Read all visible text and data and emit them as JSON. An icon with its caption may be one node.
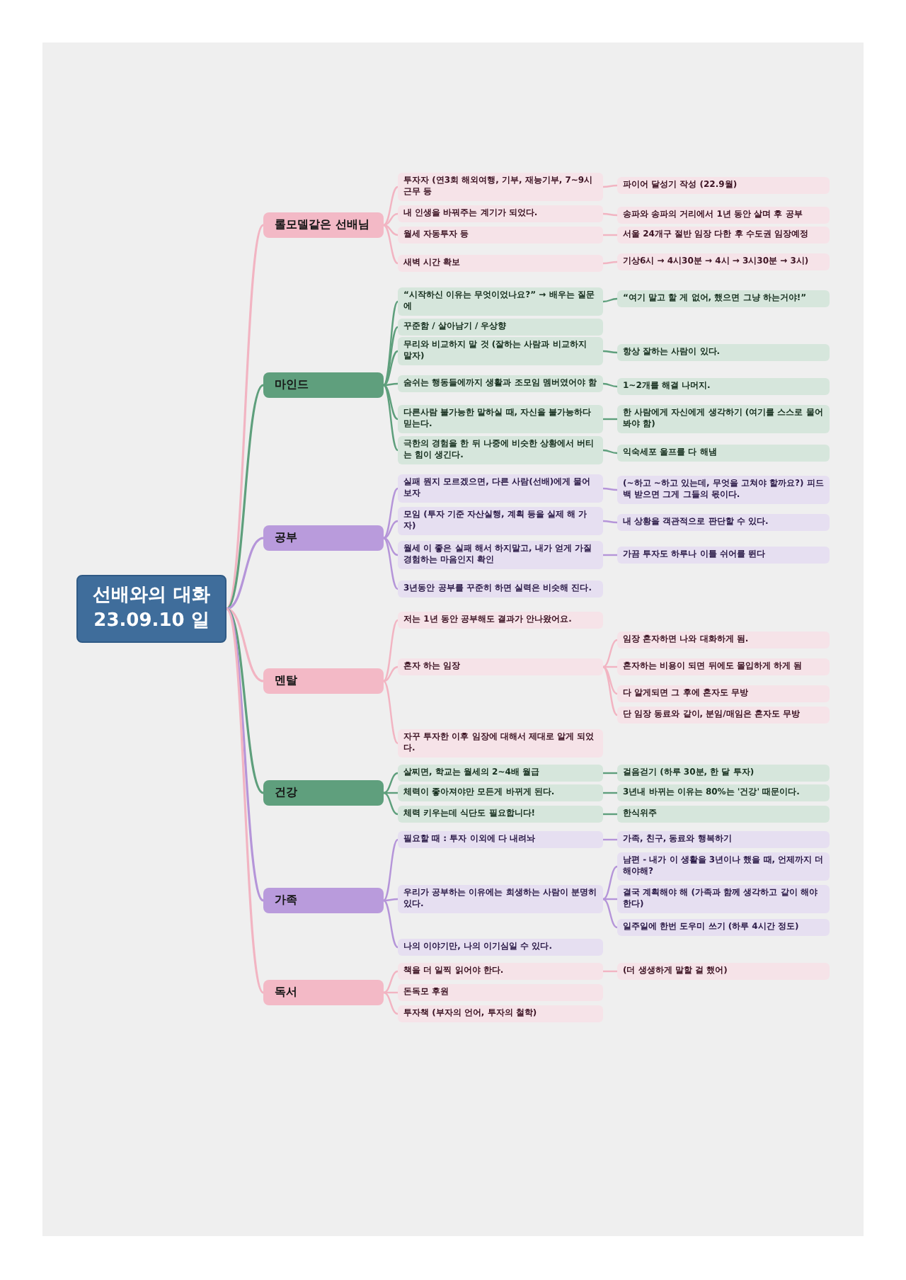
{
  "diagram": {
    "nodes": [
      {
        "text": [
          "선배와의 대화 23.09.10 일"
        ]
      },
      {
        "text": [
          "롤모델같은 선배님"
        ]
      },
      {
        "text": [
          "투자자 (연3회 해외여행, 기부, 재능기부, 7~9시 근무 등"
        ]
      },
      {
        "text": [
          "파이어 달성기 작성 (22.9월)"
        ]
      },
      {
        "text": [
          "내 인생을 바꿔주는 계기가 되었다."
        ]
      },
      {
        "text": [
          "송파와 송파의 거리에서 1년 동안 살며 후 공부"
        ]
      },
      {
        "text": [
          "월세 자동투자 등"
        ]
      },
      {
        "text": [
          "서울 24개구 절반 임장 다한 후 수도권 임장예정"
        ]
      },
      {
        "text": [
          "새벽 시간 확보"
        ]
      },
      {
        "text": [
          "기상6시 → 4시30분 → 4시 → 3시30분 → 3시)"
        ]
      },
      {
        "text": [
          "마인드"
        ]
      },
      {
        "text": [
          "“시작하신 이유는 무엇이었나요?” → 배우는 질문에"
        ]
      },
      {
        "text": [
          "“여기 말고 할 게 없어, 했으면 그냥 하는거야!”"
        ]
      },
      {
        "text": [
          "꾸준함 / 살아남기 / 우상향"
        ]
      },
      {
        "text": [
          "무리와 비교하지 말 것 (잘하는 사람과 비교하지 말자)"
        ]
      },
      {
        "text": [
          "항상 잘하는 사람이 있다."
        ]
      },
      {
        "text": [
          "숨쉬는 행동들에까지 생활과 조모임 멤버였어야 함"
        ]
      },
      {
        "text": [
          "1~2개를 해결 나머지."
        ]
      },
      {
        "text": [
          "다른사람 불가능한 말하실 때, 자신을 불가능하다 믿는다."
        ]
      },
      {
        "text": [
          "한 사람에게 자신에게 생각하기 (여기를 스스로 물어봐야 함)"
        ]
      },
      {
        "text": [
          "극한의 경험을 한 뒤 나중에 비슷한 상황에서 버티는 힘이 생긴다."
        ]
      },
      {
        "text": [
          "익숙세포 울프를 다 해냄"
        ]
      },
      {
        "text": [
          "공부"
        ]
      },
      {
        "text": [
          "실패 뭔지 모르겠으면, 다른 사람(선배)에게 물어보자"
        ]
      },
      {
        "text": [
          "(~하고 ~하고 있는데, 무엇을 고쳐야 할까요?) 피드백 받으면 그게 그들의 몫이다."
        ]
      },
      {
        "text": [
          "모임 (투자 기준 자산실행, 계획 등을 실제 해 가자)"
        ]
      },
      {
        "text": [
          "내 상황을 객관적으로 판단할 수 있다."
        ]
      },
      {
        "text": [
          "월세 이 좋은 실패 해서 하지말고, 내가 얻게 가질 경험하는 마음인지 확인"
        ]
      },
      {
        "text": [
          "가끔 투자도 하루나 이틀 쉬어를 뛴다"
        ]
      },
      {
        "text": [
          "3년동안 공부를 꾸준히 하면 실력은 비슷해 진다."
        ]
      },
      {
        "text": [
          "멘탈"
        ]
      },
      {
        "text": [
          "저는 1년 동안 공부해도 결과가 안나왔어요."
        ]
      },
      {
        "text": [
          "혼자 하는 임장"
        ]
      },
      {
        "text": [
          "임장 혼자하면 나와 대화하게 됨."
        ]
      },
      {
        "text": [
          "혼자하는 비용이 되면 뒤에도 몰입하게 하게 됨"
        ]
      },
      {
        "text": [
          "다 알게되면 그 후에 혼자도 무방"
        ]
      },
      {
        "text": [
          "단 임장 동료와 같이, 분임/매임은 혼자도 무방"
        ]
      },
      {
        "text": [
          "자꾸 투자한 이후 임장에 대해서 제대로 알게 되었다."
        ]
      },
      {
        "text": [
          "건강"
        ]
      },
      {
        "text": [
          "살찌면, 학교는 월세의 2~4배 월급"
        ]
      },
      {
        "text": [
          "걸음걷기 (하루 30분, 한 달 투자)"
        ]
      },
      {
        "text": [
          "체력이 좋아져야만 모든게 바뀌게 된다."
        ]
      },
      {
        "text": [
          "3년내 바뀌는 이유는 80%는 '건강' 때문이다."
        ]
      },
      {
        "text": [
          "체력 키우는데 식단도 필요합니다!"
        ]
      },
      {
        "text": [
          "한식위주"
        ]
      },
      {
        "text": [
          "가족"
        ]
      },
      {
        "text": [
          "필요할 때 : 투자 이외에 다 내려놔"
        ]
      },
      {
        "text": [
          "가족, 친구, 동료와 행복하기"
        ]
      },
      {
        "text": [
          "우리가 공부하는 이유에는 희생하는 사람이 분명히 있다."
        ]
      },
      {
        "text": [
          "남편 - 내가 이 생활을 3년이나 했을 때, 언제까지 더 해야해?"
        ]
      },
      {
        "text": [
          "결국 계획해야 해 (가족과 함께 생각하고 같이 해야 한다)"
        ]
      },
      {
        "text": [
          "일주일에 한번 도우미 쓰기 (하루 4시간 정도)"
        ]
      },
      {
        "text": [
          "나의 이야기만, 나의 이기심일 수 있다."
        ]
      },
      {
        "text": [
          "독서"
        ]
      },
      {
        "text": [
          "책을 더 일찍 읽어야 한다."
        ]
      },
      {
        "text": [
          "(더 생생하게 말할 걸 했어)"
        ]
      },
      {
        "text": [
          "돈독모 후원"
        ]
      },
      {
        "text": [
          "투자책 (부자의 언어, 투자의 철학)"
        ]
      }
    ],
    "edges": [
      {
        "from": 0,
        "to": 1,
        "arrow": "none",
        "color": "#f2b4c2"
      },
      {
        "from": 1,
        "to": 2,
        "arrow": "none",
        "color": "#f2b4c2"
      },
      {
        "from": 2,
        "to": 3,
        "arrow": "none",
        "color": "#f2b4c2"
      },
      {
        "from": 1,
        "to": 4,
        "arrow": "none",
        "color": "#f2b4c2"
      },
      {
        "from": 4,
        "to": 5,
        "arrow": "none",
        "color": "#f2b4c2"
      },
      {
        "from": 1,
        "to": 6,
        "arrow": "none",
        "color": "#f2b4c2"
      },
      {
        "from": 6,
        "to": 7,
        "arrow": "none",
        "color": "#f2b4c2"
      },
      {
        "from": 1,
        "to": 8,
        "arrow": "none",
        "color": "#f2b4c2"
      },
      {
        "from": 8,
        "to": 9,
        "arrow": "none",
        "color": "#f2b4c2"
      },
      {
        "from": 0,
        "to": 10,
        "arrow": "none",
        "color": "#5e9f7c"
      },
      {
        "from": 10,
        "to": 11,
        "arrow": "none",
        "color": "#5e9f7c"
      },
      {
        "from": 11,
        "to": 12,
        "arrow": "none",
        "color": "#5e9f7c"
      },
      {
        "from": 10,
        "to": 13,
        "arrow": "none",
        "color": "#5e9f7c"
      },
      {
        "from": 10,
        "to": 14,
        "arrow": "none",
        "color": "#5e9f7c"
      },
      {
        "from": 14,
        "to": 15,
        "arrow": "none",
        "color": "#5e9f7c"
      },
      {
        "from": 10,
        "to": 16,
        "arrow": "none",
        "color": "#5e9f7c"
      },
      {
        "from": 16,
        "to": 17,
        "arrow": "none",
        "color": "#5e9f7c"
      },
      {
        "from": 10,
        "to": 18,
        "arrow": "none",
        "color": "#5e9f7c"
      },
      {
        "from": 18,
        "to": 19,
        "arrow": "none",
        "color": "#5e9f7c"
      },
      {
        "from": 10,
        "to": 20,
        "arrow": "none",
        "color": "#5e9f7c"
      },
      {
        "from": 20,
        "to": 21,
        "arrow": "none",
        "color": "#5e9f7c"
      },
      {
        "from": 0,
        "to": 22,
        "arrow": "none",
        "color": "#b595d9"
      },
      {
        "from": 22,
        "to": 23,
        "arrow": "none",
        "color": "#b595d9"
      },
      {
        "from": 23,
        "to": 24,
        "arrow": "none",
        "color": "#b595d9"
      },
      {
        "from": 22,
        "to": 25,
        "arrow": "none",
        "color": "#b595d9"
      },
      {
        "from": 25,
        "to": 26,
        "arrow": "none",
        "color": "#b595d9"
      },
      {
        "from": 22,
        "to": 27,
        "arrow": "none",
        "color": "#b595d9"
      },
      {
        "from": 27,
        "to": 28,
        "arrow": "none",
        "color": "#b595d9"
      },
      {
        "from": 22,
        "to": 29,
        "arrow": "none",
        "color": "#b595d9"
      },
      {
        "from": 0,
        "to": 30,
        "arrow": "none",
        "color": "#f2b4c2"
      },
      {
        "from": 30,
        "to": 31,
        "arrow": "none",
        "color": "#f2b4c2"
      },
      {
        "from": 30,
        "to": 32,
        "arrow": "none",
        "color": "#f2b4c2"
      },
      {
        "from": 32,
        "to": 33,
        "arrow": "none",
        "color": "#f2b4c2"
      },
      {
        "from": 32,
        "to": 34,
        "arrow": "none",
        "color": "#f2b4c2"
      },
      {
        "from": 32,
        "to": 35,
        "arrow": "none",
        "color": "#f2b4c2"
      },
      {
        "from": 32,
        "to": 36,
        "arrow": "none",
        "color": "#f2b4c2"
      },
      {
        "from": 30,
        "to": 37,
        "arrow": "none",
        "color": "#f2b4c2"
      },
      {
        "from": 0,
        "to": 38,
        "arrow": "none",
        "color": "#5e9f7c"
      },
      {
        "from": 38,
        "to": 39,
        "arrow": "none",
        "color": "#5e9f7c"
      },
      {
        "from": 39,
        "to": 40,
        "arrow": "none",
        "color": "#5e9f7c"
      },
      {
        "from": 38,
        "to": 41,
        "arrow": "none",
        "color": "#5e9f7c"
      },
      {
        "from": 41,
        "to": 42,
        "arrow": "none",
        "color": "#5e9f7c"
      },
      {
        "from": 38,
        "to": 43,
        "arrow": "none",
        "color": "#5e9f7c"
      },
      {
        "from": 43,
        "to": 44,
        "arrow": "none",
        "color": "#5e9f7c"
      },
      {
        "from": 0,
        "to": 45,
        "arrow": "none",
        "color": "#b595d9"
      },
      {
        "from": 45,
        "to": 46,
        "arrow": "none",
        "color": "#b595d9"
      },
      {
        "from": 46,
        "to": 47,
        "arrow": "none",
        "color": "#b595d9"
      },
      {
        "from": 45,
        "to": 48,
        "arrow": "none",
        "color": "#b595d9"
      },
      {
        "from": 48,
        "to": 49,
        "arrow": "none",
        "color": "#b595d9"
      },
      {
        "from": 48,
        "to": 50,
        "arrow": "none",
        "color": "#b595d9"
      },
      {
        "from": 48,
        "to": 51,
        "arrow": "none",
        "color": "#b595d9"
      },
      {
        "from": 45,
        "to": 52,
        "arrow": "none",
        "color": "#b595d9"
      },
      {
        "from": 0,
        "to": 53,
        "arrow": "none",
        "color": "#f2b4c2"
      },
      {
        "from": 53,
        "to": 54,
        "arrow": "none",
        "color": "#f2b4c2"
      },
      {
        "from": 54,
        "to": 55,
        "arrow": "none",
        "color": "#f2b4c2"
      },
      {
        "from": 53,
        "to": 56,
        "arrow": "none",
        "color": "#f2b4c2"
      },
      {
        "from": 53,
        "to": 57,
        "arrow": "none",
        "color": "#f2b4c2"
      }
    ]
  }
}
